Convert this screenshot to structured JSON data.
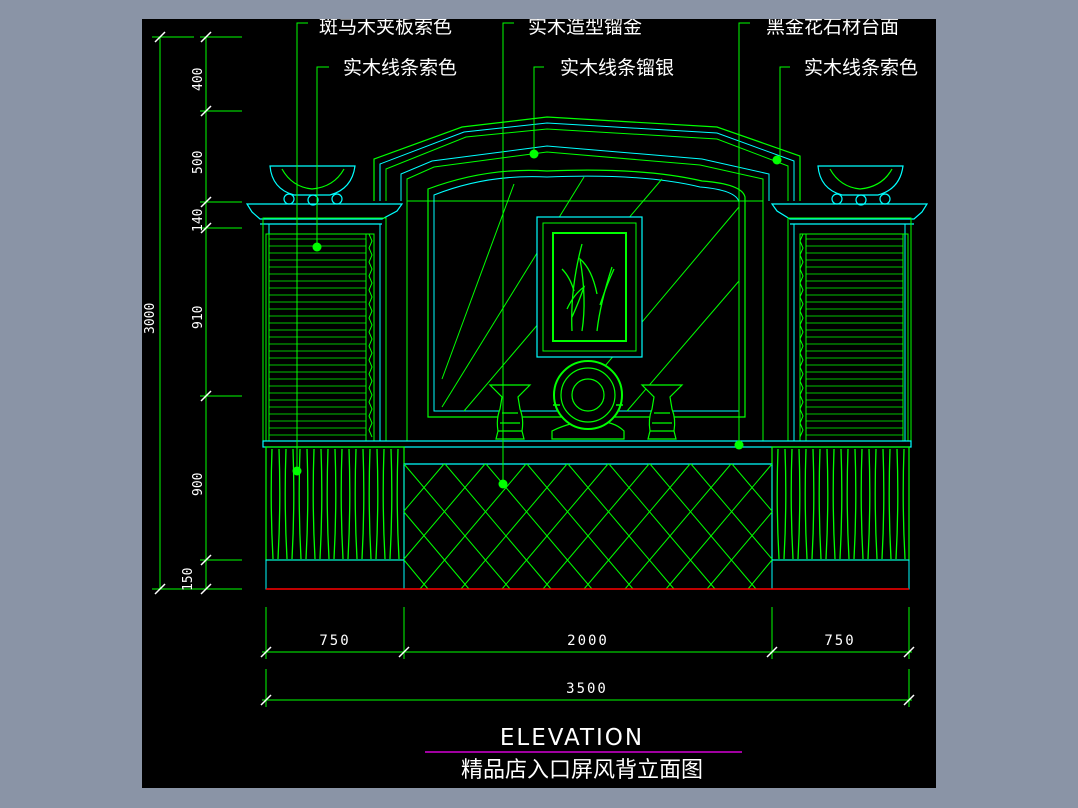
{
  "annotations": {
    "top_left_1": "斑马木夹板索色",
    "top_left_2": "实木线条索色",
    "top_mid_1": "实木造型镏金",
    "top_mid_2": "实木线条镏银",
    "top_right_1": "黑金花石材台面",
    "top_right_2": "实木线条索色"
  },
  "vertical_dims": {
    "total": "3000",
    "d400": "400",
    "d500": "500",
    "d140": "140",
    "d910": "910",
    "d900": "900",
    "d150": "150"
  },
  "horizontal_dims": {
    "left": "750",
    "center": "2000",
    "right": "750",
    "total": "3500"
  },
  "title": {
    "english": "ELEVATION",
    "chinese": "精品店入口屏风背立面图"
  },
  "colors": {
    "background": "#000000",
    "frame": "#8a94a6",
    "line_green": "#00ff00",
    "line_cyan": "#00ffff",
    "underline": "#ff00ff"
  }
}
